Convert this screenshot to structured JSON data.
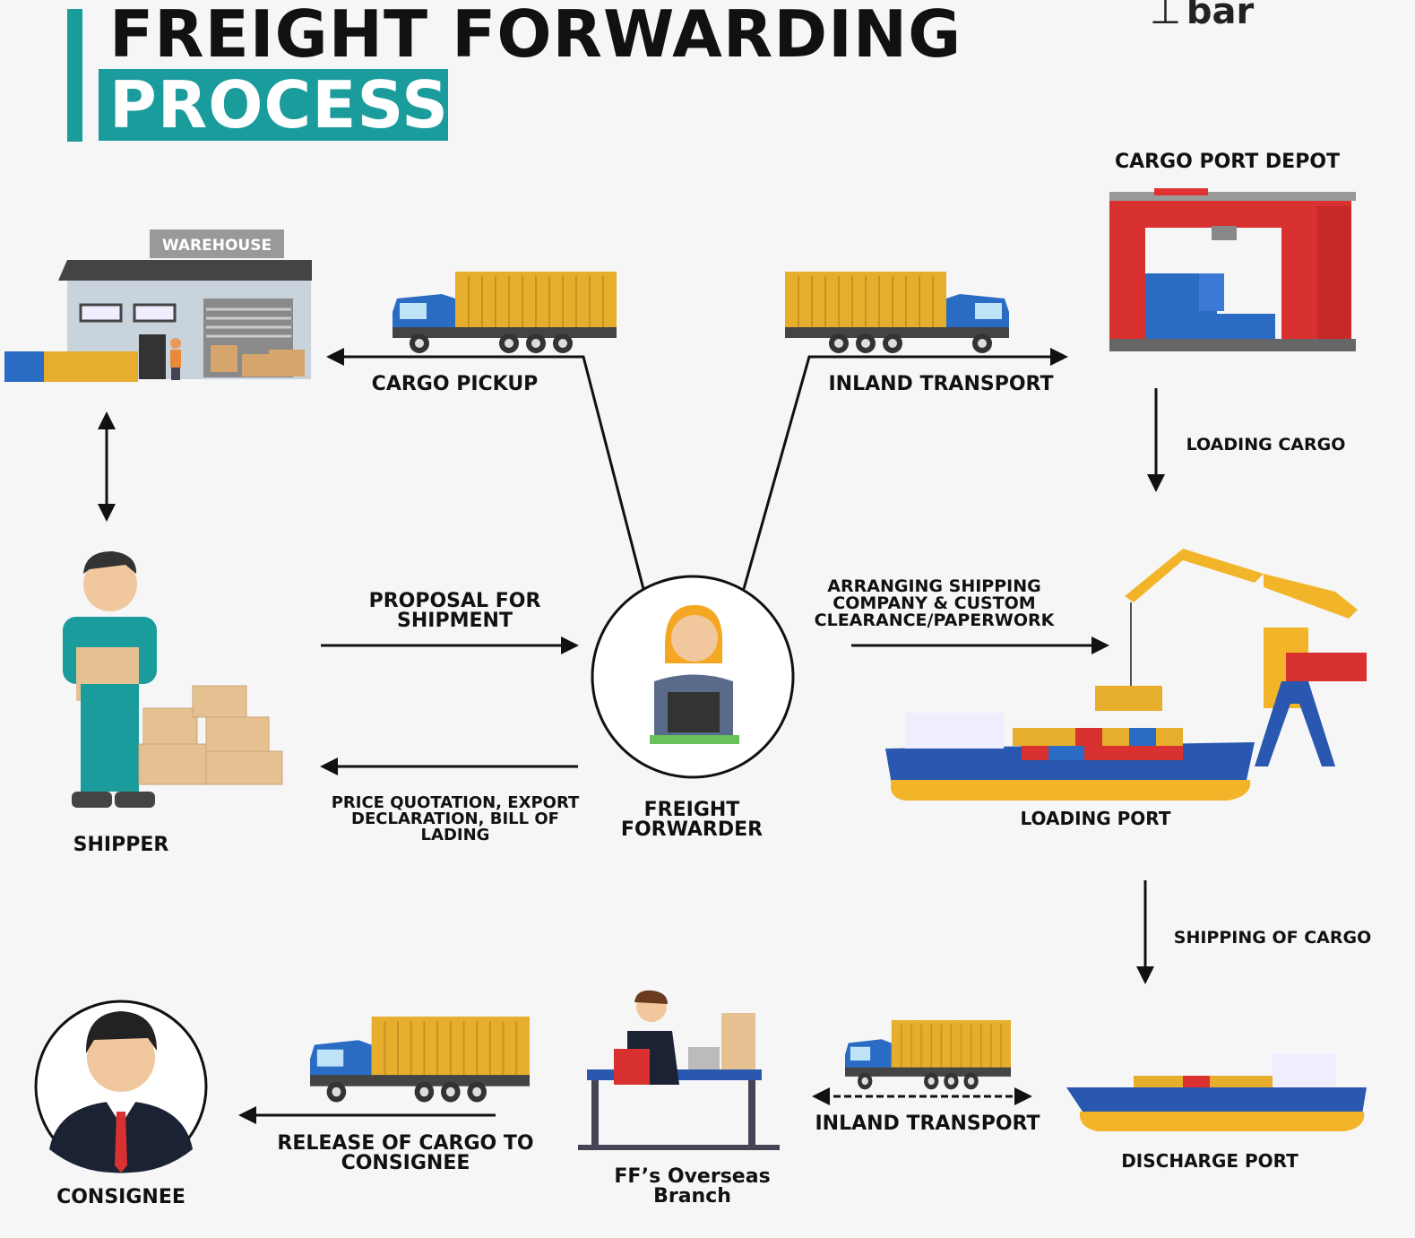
{
  "title": {
    "line1": "FREIGHT FORWARDING",
    "line2": "PROCESS"
  },
  "logo": {
    "text": "bar"
  },
  "colors": {
    "accent": "#1b9c9c",
    "container": "#e6ae2c",
    "truck_cab": "#2a6cc4",
    "crane_red": "#d93030",
    "ship_hull": "#2a58b0",
    "ship_keel": "#f2b52a"
  },
  "labels": {
    "warehouse_sign": "WAREHOUSE",
    "cargo_pickup": "CARGO PICKUP",
    "inland_transport_top": "INLAND TRANSPORT",
    "cargo_port_depot": "CARGO PORT DEPOT",
    "loading_cargo": "LOADING CARGO",
    "proposal": "PROPOSAL FOR\nSHIPMENT",
    "arranging": "ARRANGING SHIPPING\nCOMPANY & CUSTOM\nCLEARANCE/PAPERWORK",
    "price_quotation": "PRICE QUOTATION, EXPORT\nDECLARATION, BILL OF\nLADING",
    "shipper": "SHIPPER",
    "freight_forwarder": "FREIGHT\nFORWARDER",
    "loading_port": "LOADING PORT",
    "shipping_of_cargo": "SHIPPING OF CARGO",
    "consignee": "CONSIGNEE",
    "release": "RELEASE OF CARGO TO\nCONSIGNEE",
    "overseas_branch": "FF’s Overseas\nBranch",
    "inland_transport_bottom": "INLAND TRANSPORT",
    "discharge_port": "DISCHARGE PORT"
  }
}
